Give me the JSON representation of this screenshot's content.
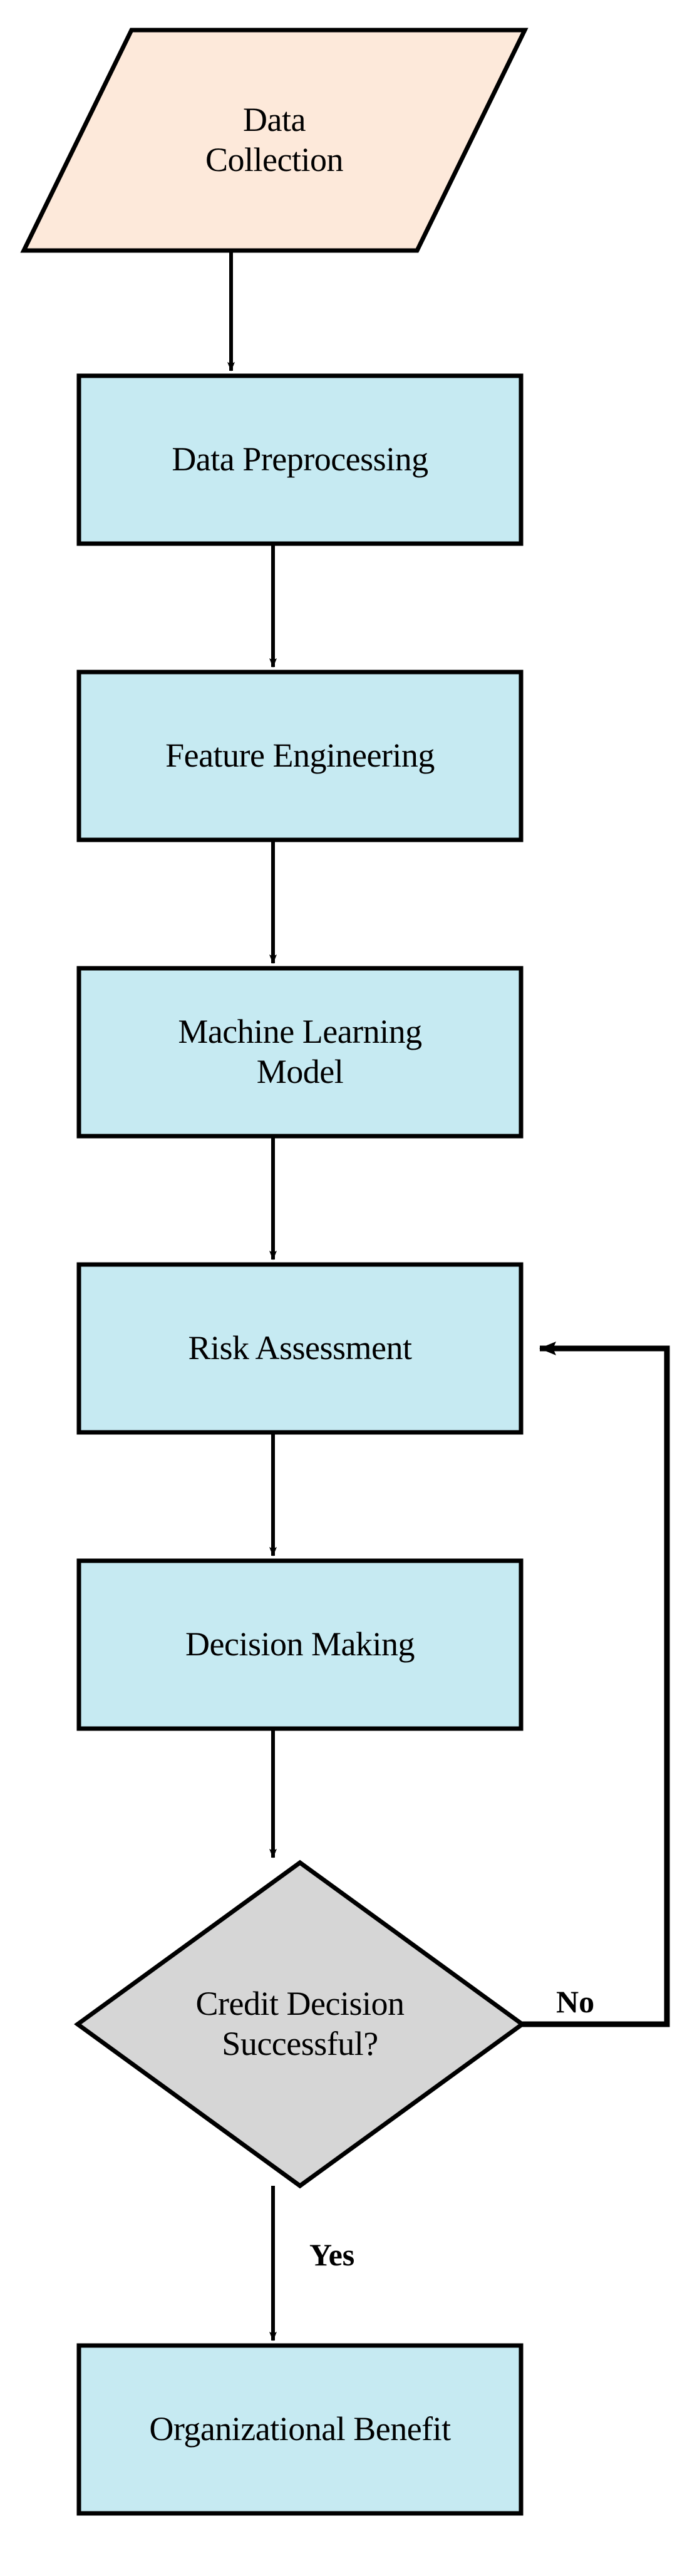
{
  "diagram": {
    "type": "flowchart",
    "orientation": "top-to-bottom",
    "title_text": "",
    "background_color": "#FFFFFF",
    "stroke_color": "#000000",
    "palette": {
      "process_fill": "#C6EAF2",
      "io_fill": "#FDE9DA",
      "decision_fill": "#D6D6D6",
      "line": "#000000",
      "text": "#000000"
    },
    "nodes": [
      {
        "id": "data-collection",
        "label": "Data\nCollection",
        "shape": "parallelogram",
        "fill": "#FDE9DA"
      },
      {
        "id": "data-preprocessing",
        "label": "Data Preprocessing",
        "shape": "rectangle",
        "fill": "#C6EAF2"
      },
      {
        "id": "feature-engineering",
        "label": "Feature Engineering",
        "shape": "rectangle",
        "fill": "#C6EAF2"
      },
      {
        "id": "machine-learning-model",
        "label": "Machine Learning\nModel",
        "shape": "rectangle",
        "fill": "#C6EAF2"
      },
      {
        "id": "risk-assessment",
        "label": "Risk Assessment",
        "shape": "rectangle",
        "fill": "#C6EAF2"
      },
      {
        "id": "decision-making",
        "label": "Decision Making",
        "shape": "rectangle",
        "fill": "#C6EAF2"
      },
      {
        "id": "credit-decision-successful",
        "label": "Credit Decision\nSuccessful?",
        "shape": "diamond",
        "fill": "#D6D6D6"
      },
      {
        "id": "organizational-benefit",
        "label": "Organizational Benefit",
        "shape": "rectangle",
        "fill": "#C6EAF2"
      }
    ],
    "edges": [
      {
        "from": "data-collection",
        "to": "data-preprocessing",
        "label": ""
      },
      {
        "from": "data-preprocessing",
        "to": "feature-engineering",
        "label": ""
      },
      {
        "from": "feature-engineering",
        "to": "machine-learning-model",
        "label": ""
      },
      {
        "from": "machine-learning-model",
        "to": "risk-assessment",
        "label": ""
      },
      {
        "from": "risk-assessment",
        "to": "decision-making",
        "label": ""
      },
      {
        "from": "decision-making",
        "to": "credit-decision-successful",
        "label": ""
      },
      {
        "from": "credit-decision-successful",
        "to": "organizational-benefit",
        "label": "Yes"
      },
      {
        "from": "credit-decision-successful",
        "to": "risk-assessment",
        "label": "No"
      }
    ],
    "edge_labels": {
      "no": "No",
      "yes": "Yes"
    }
  }
}
